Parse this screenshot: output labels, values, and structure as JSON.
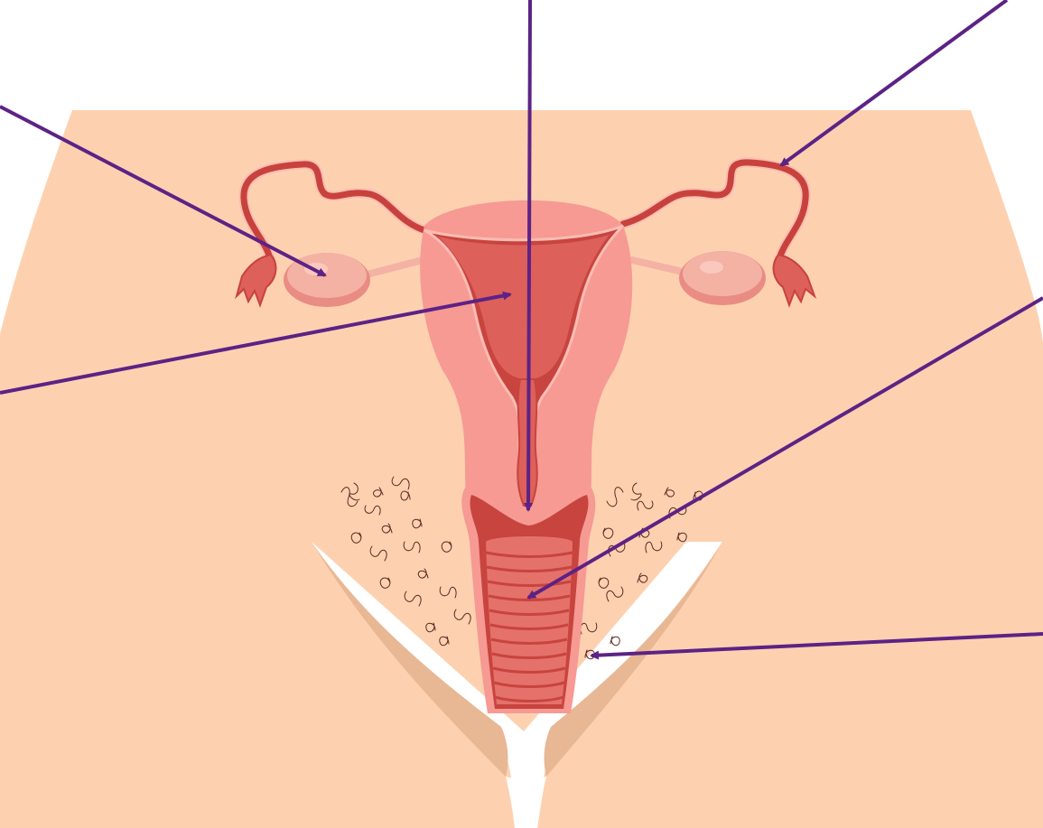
{
  "colors": {
    "background": "#ffffff",
    "skin": "#fdd1b0",
    "skin_shadow": "#e8b794",
    "uterus_outer": "#f69a93",
    "uterus_outline": "#fbbdb3",
    "tissue_red": "#c8443f",
    "cavity": "#de605b",
    "tube": "#c8423d",
    "ovary": "#f4b2a4",
    "ovary_inner": "#fbc8bd",
    "vagina_ridge": "#e5726a",
    "hair": "#5a2a22",
    "arrow": "#5d2285"
  },
  "labels": [
    {
      "id": "ovary",
      "name": "ovary-arrow",
      "icon": "arrow-icon"
    },
    {
      "id": "cervix",
      "name": "cervix-arrow",
      "icon": "arrow-icon"
    },
    {
      "id": "fallopian_tube",
      "name": "fallopian-tube-arrow",
      "icon": "arrow-icon"
    },
    {
      "id": "uterus",
      "name": "uterus-arrow",
      "icon": "arrow-icon"
    },
    {
      "id": "vagina",
      "name": "vagina-arrow",
      "icon": "arrow-icon"
    },
    {
      "id": "pubic_hair",
      "name": "pubic-hair-arrow",
      "icon": "arrow-icon"
    }
  ]
}
